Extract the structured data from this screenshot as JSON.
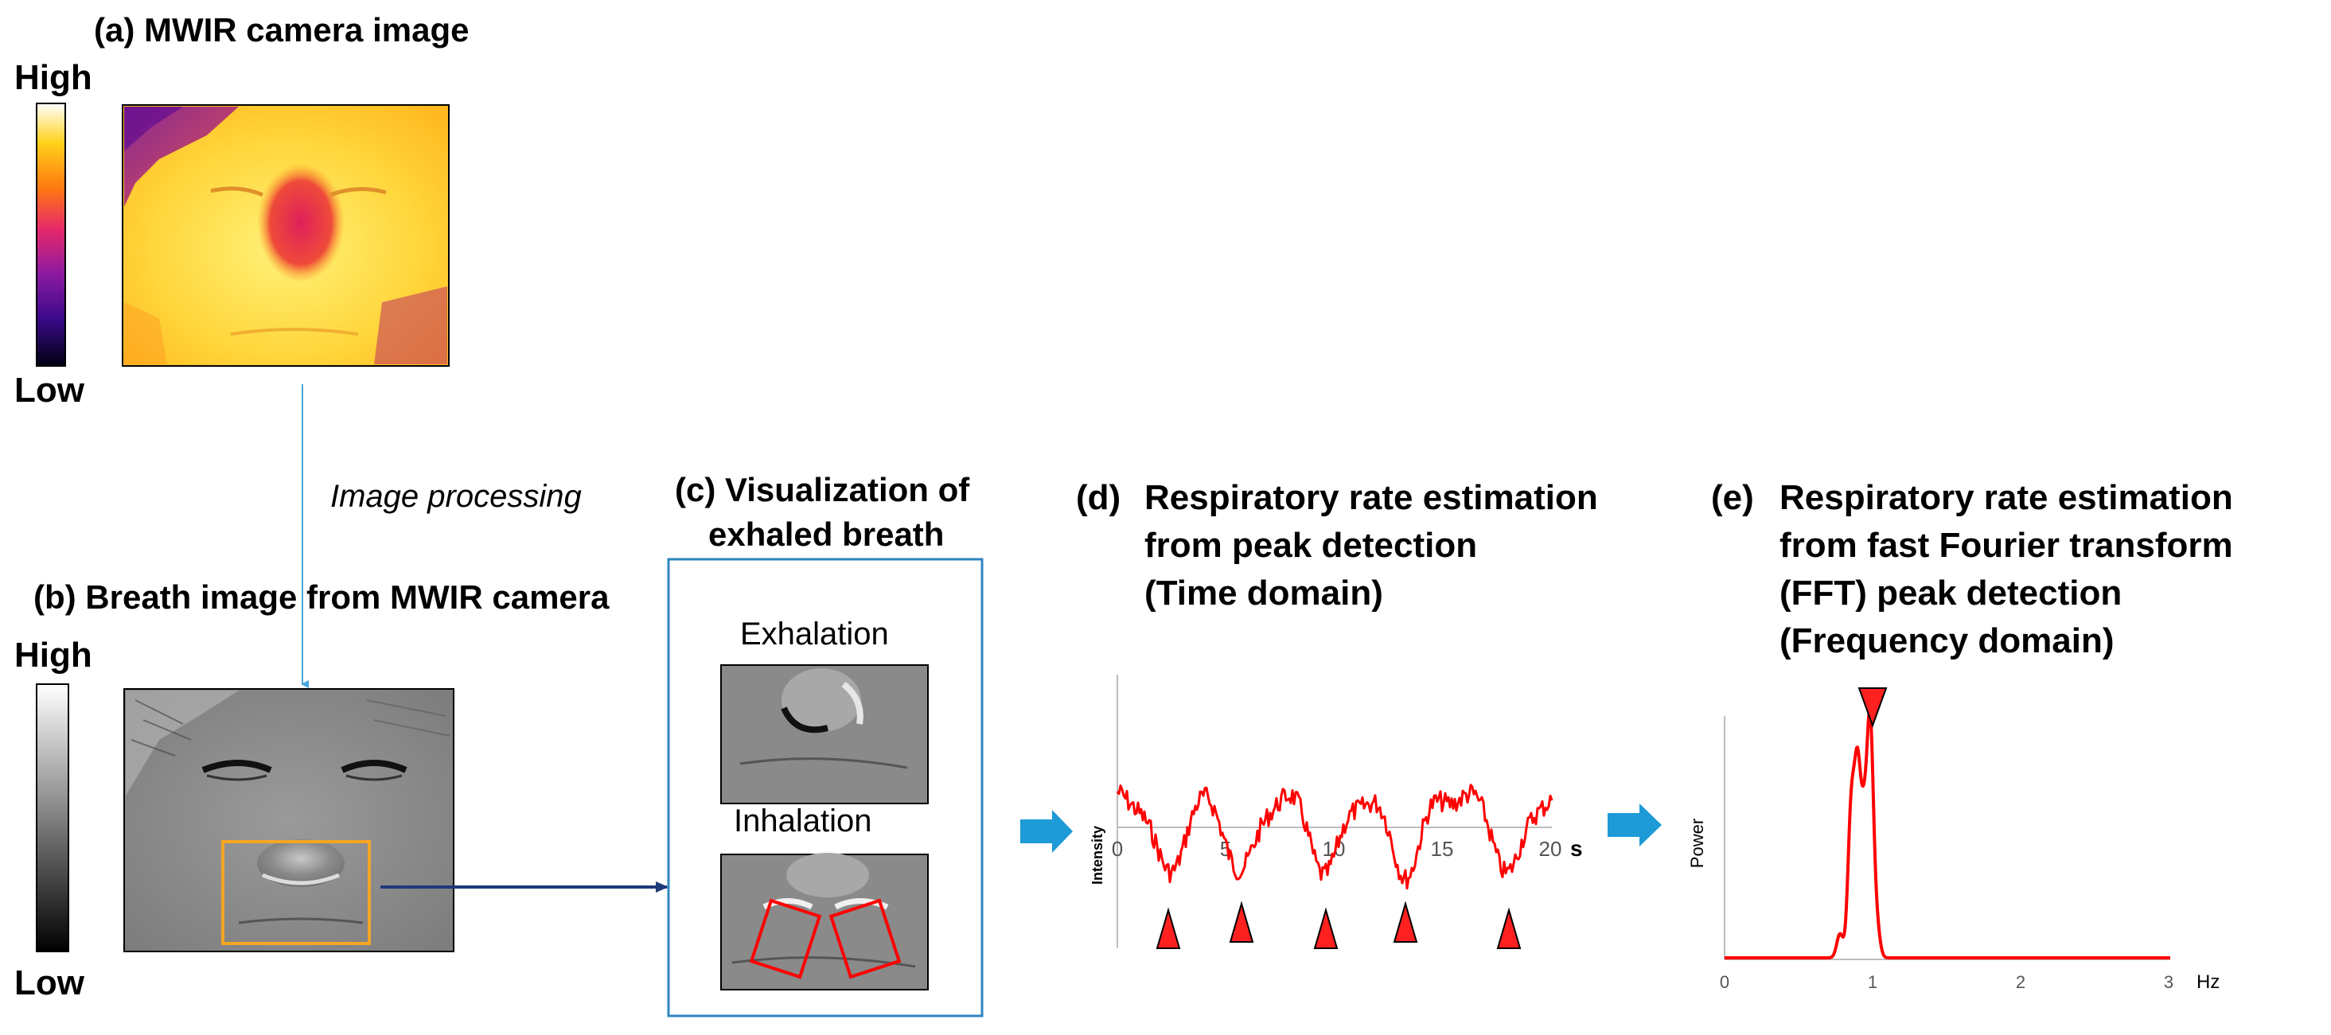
{
  "panel_a": {
    "title": "(a) MWIR camera image",
    "colorbar_high": "High",
    "colorbar_low": "Low"
  },
  "arrow_label": "Image processing",
  "panel_b": {
    "title": "(b) Breath image from MWIR camera",
    "colorbar_high": "High",
    "colorbar_low": "Low"
  },
  "panel_c": {
    "title_line1": "(c) Visualization of",
    "title_line2": "exhaled breath",
    "exhalation": "Exhalation",
    "inhalation": "Inhalation"
  },
  "panel_d": {
    "title_prefix": "(d)",
    "title_line1": "Respiratory rate estimation",
    "title_line2": "from peak detection",
    "title_line3": "(Time domain)",
    "ylabel": "Intensity",
    "tick_0": "0",
    "tick_5": "5",
    "tick_10": "10",
    "tick_15": "15",
    "tick_20": "20",
    "unit": "s"
  },
  "panel_e": {
    "title_prefix": "(e)",
    "title_line1": "Respiratory rate estimation",
    "title_line2": "from fast Fourier transform",
    "title_line3": "(FFT) peak detection",
    "title_line4": "(Frequency domain)",
    "ylabel": "Power",
    "tick_0": "0",
    "tick_1": "1",
    "tick_2": "2",
    "tick_3": "3",
    "unit": "Hz"
  },
  "colors": {
    "signal": "#ff0000",
    "roi_box": "#f5a623",
    "panel_c_border": "#2e86c1",
    "link_arrow": "#1f3a7a",
    "flow_arrow": "#1e9ad6",
    "thin_arrow": "#4aa8dc"
  }
}
